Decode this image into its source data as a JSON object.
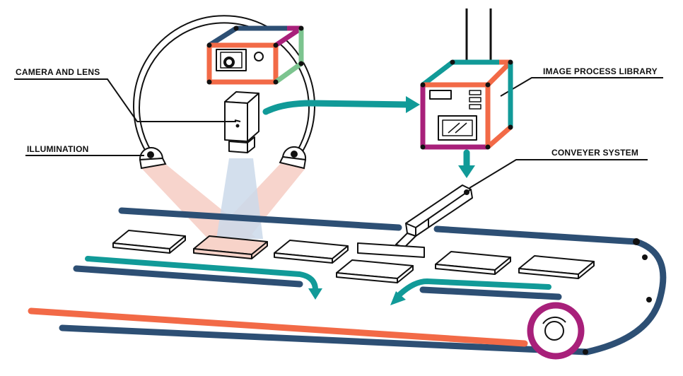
{
  "labels": {
    "camera_and_lens": "CAMERA AND LENS",
    "illumination": "ILLUMINATION",
    "image_process_library": "IMAGE PROCESS LIBRARY",
    "conveyer_system": "CONVEYER SYSTEM"
  },
  "colors": {
    "navy": "#2d4f74",
    "teal": "#119a98",
    "orange": "#f26a47",
    "magenta": "#a8207a",
    "green": "#7cc48f",
    "light_pink": "#f6cfc6",
    "light_blue": "#cbd9ea",
    "ink": "#111111"
  }
}
